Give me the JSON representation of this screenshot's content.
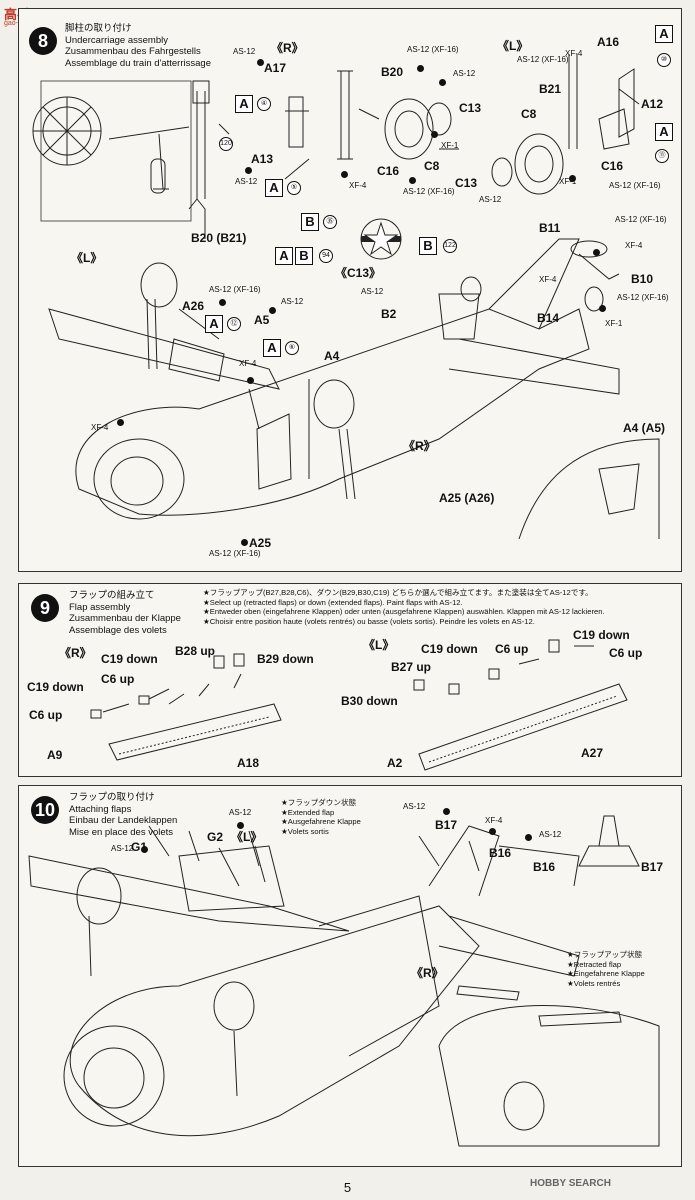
{
  "watermark_top": {
    "brand": "高手网",
    "site": "gao-shou.com"
  },
  "watermark_bottom": "HOBBY SEARCH",
  "page_number": "5",
  "step8": {
    "number": "8",
    "title_jp": "脚柱の取り付け",
    "title_en": "Undercarriage assembly",
    "title_de": "Zusammenbau des Fahrgestells",
    "title_fr": "Assemblage du train d'atterrissage",
    "labels": {
      "R": "《R》",
      "L": "《L》",
      "L2": "《L》",
      "R2": "《R》",
      "A17": "A17",
      "B20": "B20",
      "C13a": "C13",
      "C13b": "C13",
      "C8a": "C8",
      "C8b": "C8",
      "C16a": "C16",
      "C16b": "C16",
      "A13": "A13",
      "A16": "A16",
      "B21": "B21",
      "A12": "A12",
      "B20B21": "B20 (B21)",
      "C13p": "《C13》",
      "B11": "B11",
      "B10": "B10",
      "B14": "B14",
      "A26": "A26",
      "A5": "A5",
      "A4": "A4",
      "B2": "B2",
      "A25": "A25",
      "A4A5": "A4 (A5)",
      "A25A26": "A25 (A26)"
    },
    "paints": {
      "as12": "AS-12",
      "as12xf16": "AS-12 (XF-16)",
      "xf4": "XF-4",
      "xf1": "XF-1"
    },
    "markers": {
      "A": "A",
      "B": "B",
      "n4": "④",
      "n5": "⑤",
      "n6": "⑥",
      "n10": "⑩",
      "n11": "⑪",
      "n12": "⑫",
      "n35": "㉟",
      "n94": "94",
      "n122": "122",
      "n120": "120"
    }
  },
  "step9": {
    "number": "9",
    "title_jp": "フラップの組み立て",
    "title_en": "Flap assembly",
    "title_de": "Zusammenbau der Klappe",
    "title_fr": "Assemblage des volets",
    "notes": [
      "★フラップアップ(B27,B28,C6)、ダウン(B29,B30,C19) どちらか選んで組み立てます。また塗装は全てAS-12です。",
      "★Select up (retracted flaps) or down (extended flaps). Paint flaps with AS-12.",
      "★Entweder oben (eingefahrene Klappen) oder unten (ausgefahrene Klappen) auswählen. Klappen mit AS-12 lackieren.",
      "★Choisir entre position haute (volets rentrés) ou basse (volets sortis). Peindre les volets en AS-12."
    ],
    "labels": {
      "R": "《R》",
      "L": "《L》",
      "C19down_r1": "C19 down",
      "C19down_r2": "C19 down",
      "C6up_r1": "C6 up",
      "C6up_r2": "C6 up",
      "B28up": "B28 up",
      "B29down": "B29 down",
      "A9": "A9",
      "A18": "A18",
      "C19down_l1": "C19 down",
      "C19down_l2": "C19 down",
      "C6up_l1": "C6 up",
      "C6up_l2": "C6 up",
      "B27up": "B27 up",
      "B30down": "B30 down",
      "A2": "A2",
      "A27": "A27"
    }
  },
  "step10": {
    "number": "10",
    "title_jp": "フラップの取り付け",
    "title_en": "Attaching flaps",
    "title_de": "Einbau der Landeklappen",
    "title_fr": "Mise en place des volets",
    "extended_note": [
      "★フラップダウン状態",
      "★Extended flap",
      "★Ausgefahrene Klappe",
      "★Volets sortis"
    ],
    "retracted_note": [
      "★フラップアップ状態",
      "★Retracted flap",
      "★Eingefahrene Klappe",
      "★Volets rentrés"
    ],
    "labels": {
      "G1": "G1",
      "G2": "G2",
      "L": "《L》",
      "R": "《R》",
      "B17a": "B17",
      "B17b": "B17",
      "B16a": "B16",
      "B16b": "B16"
    },
    "paints": {
      "as12": "AS-12",
      "xf4": "XF-4"
    }
  }
}
